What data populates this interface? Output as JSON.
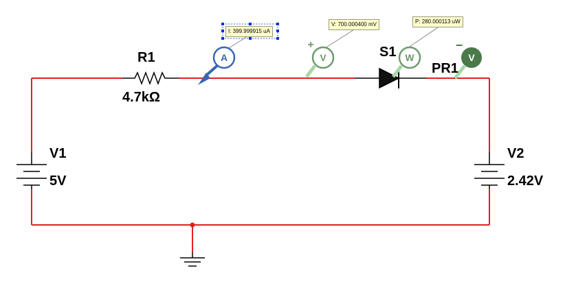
{
  "components": {
    "resistor": {
      "name": "R1",
      "value": "4.7kΩ"
    },
    "source_left": {
      "name": "V1",
      "value": "5V"
    },
    "source_right": {
      "name": "V2",
      "value": "2.42V"
    },
    "switch": {
      "name": "S1"
    },
    "probe": {
      "name": "PR1"
    }
  },
  "instruments": {
    "ammeter": {
      "letter": "A",
      "reading": "I: 399.999915 uA"
    },
    "voltmeter": {
      "letter": "V",
      "reading": "V: 700.000400 mV",
      "plus": "+"
    },
    "wattmeter": {
      "letter": "W",
      "reading": "P: 280.000113 uW"
    },
    "probe_voltmeter": {
      "letter": "V",
      "minus": "−"
    }
  },
  "colors": {
    "wire": "#e02020",
    "junction": "#e02020",
    "ammeter": "#3a66b0",
    "voltmeter": "#6e9a6e",
    "probe_dark": "#4a7a4a",
    "tooltip_bg": "#ffffcc"
  }
}
